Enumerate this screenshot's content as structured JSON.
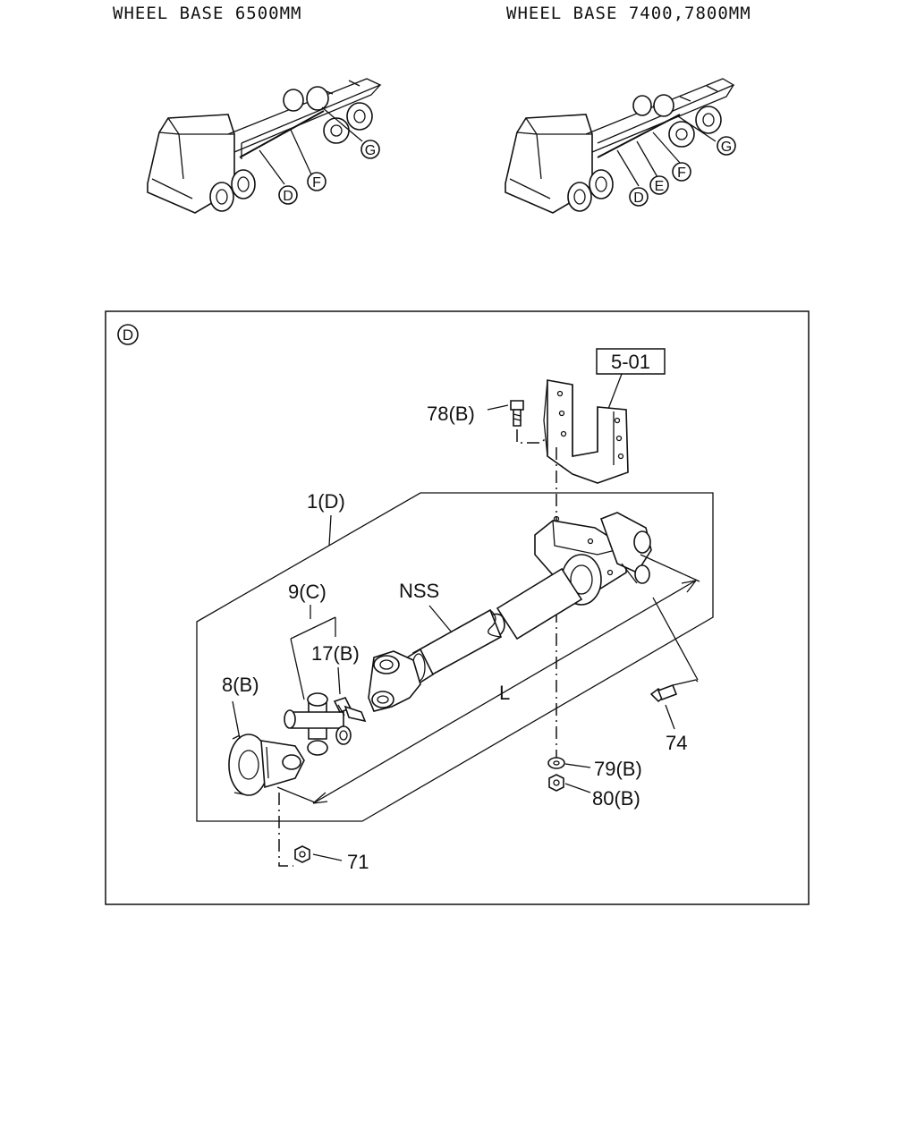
{
  "headers": {
    "left": "WHEEL BASE 6500MM",
    "right": "WHEEL BASE 7400,7800MM"
  },
  "overview_left": {
    "callouts": [
      "D",
      "F",
      "G"
    ]
  },
  "overview_right": {
    "callouts": [
      "D",
      "E",
      "F",
      "G"
    ]
  },
  "detail": {
    "view_marker": "D",
    "ref_box": "5-01",
    "labels": {
      "part_78": "78(B)",
      "part_1": "1(D)",
      "part_9": "9(C)",
      "nss": "NSS",
      "part_17": "17(B)",
      "part_8": "8(B)",
      "dim_l": "L",
      "part_74": "74",
      "part_79": "79(B)",
      "part_80": "80(B)",
      "part_71": "71"
    }
  }
}
